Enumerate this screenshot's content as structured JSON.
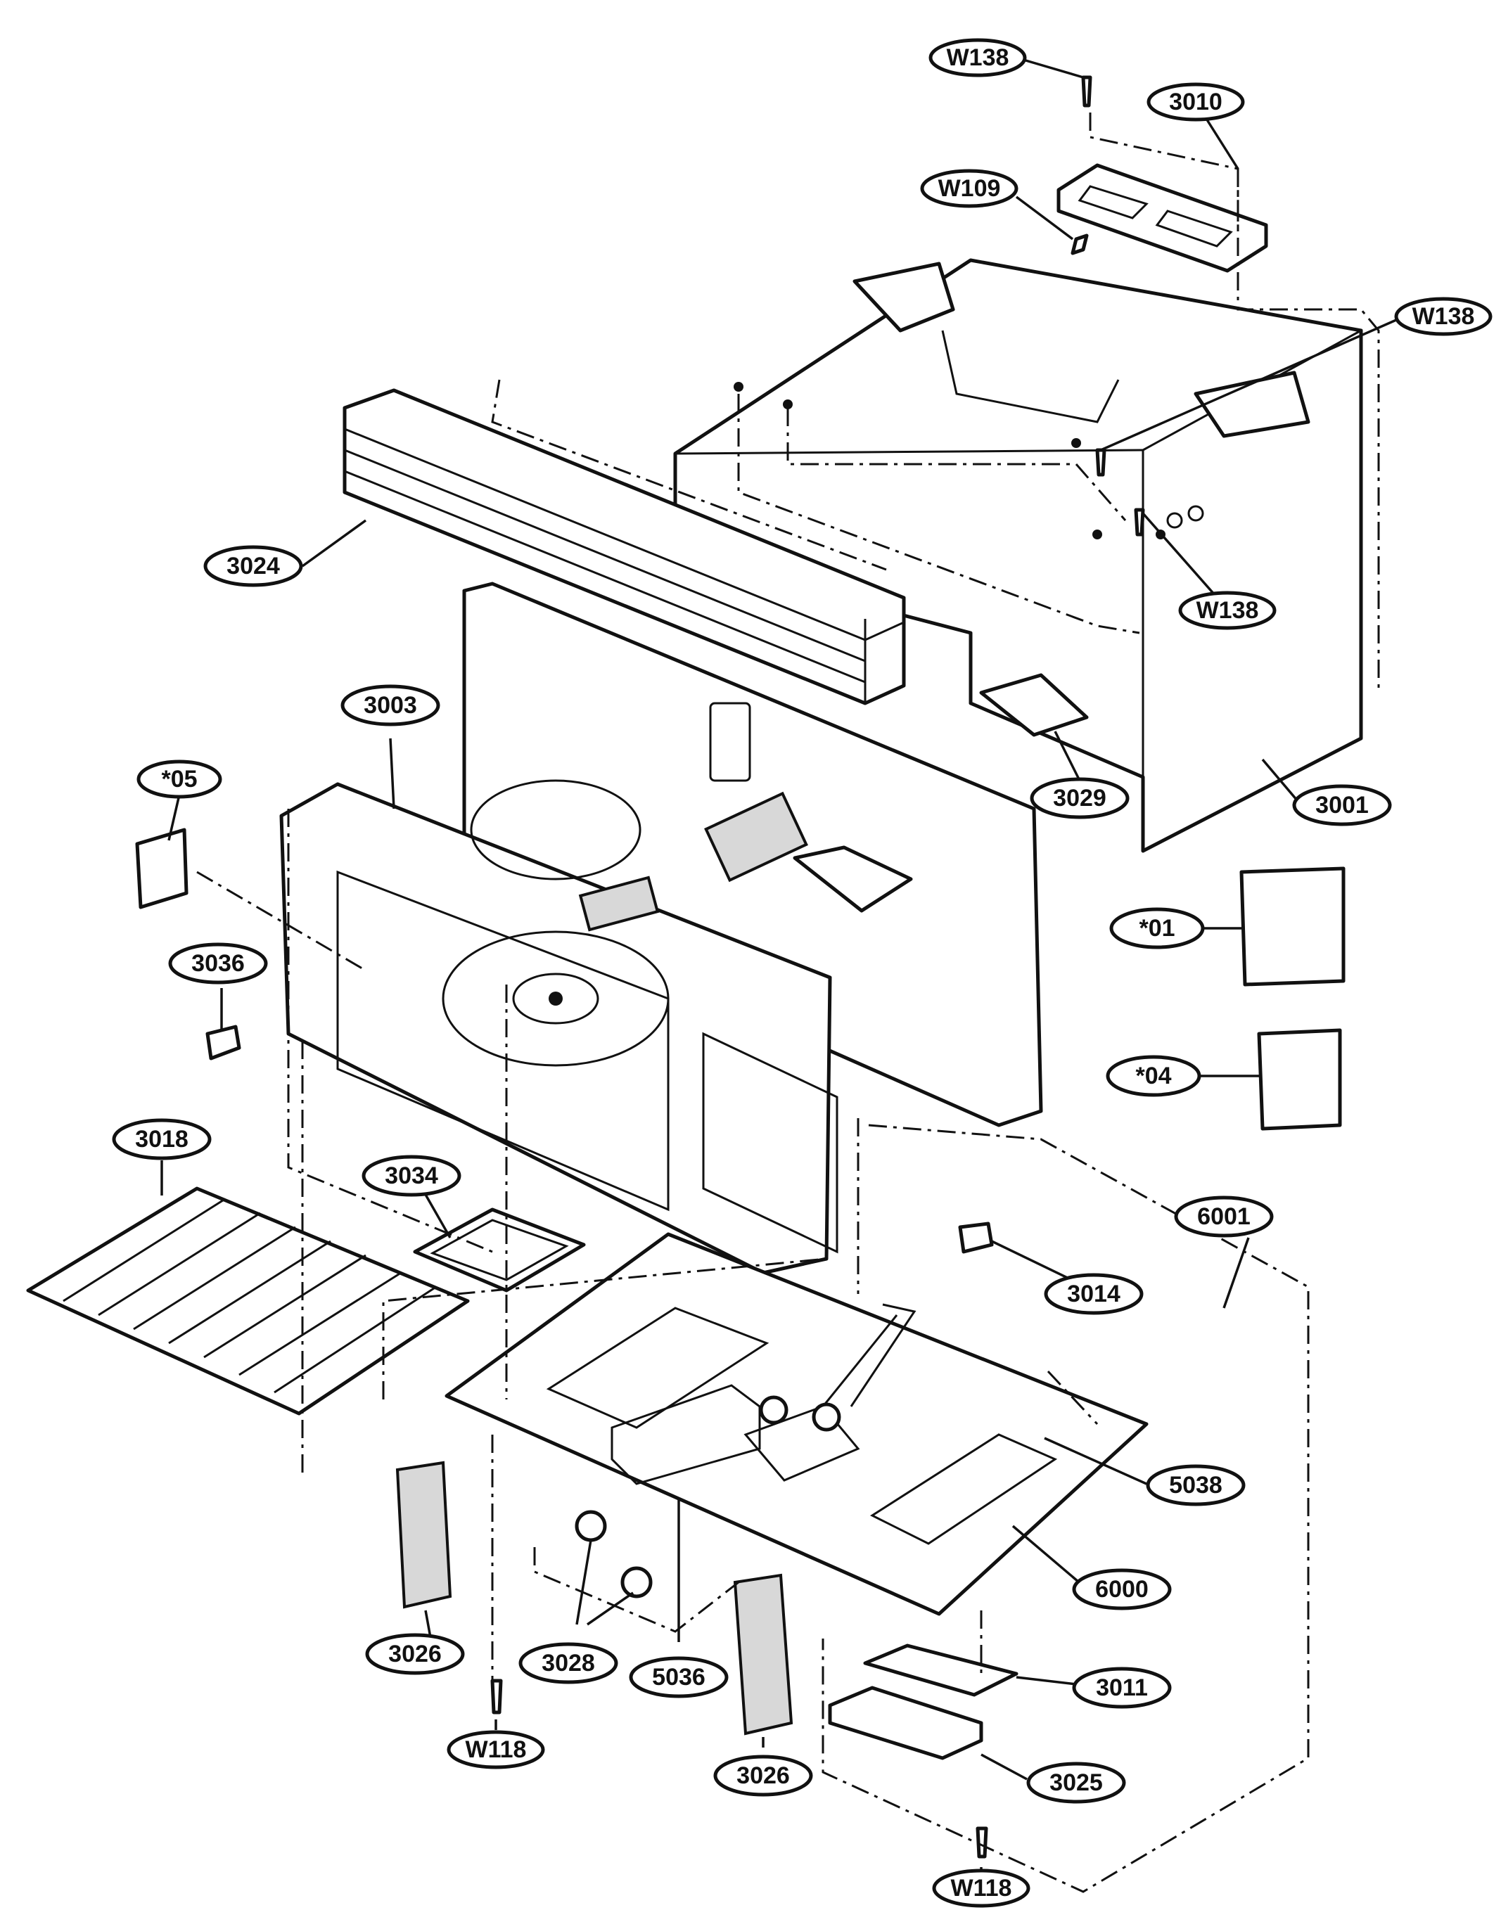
{
  "labels": {
    "w138_top": "W138",
    "p3010": "3010",
    "w109": "W109",
    "w138_right": "W138",
    "p3024": "3024",
    "w138_mid": "W138",
    "p3003": "3003",
    "p05": "*05",
    "p3029": "3029",
    "p3001": "3001",
    "p01": "*01",
    "p3036": "3036",
    "p04": "*04",
    "p3018": "3018",
    "p3034": "3034",
    "p6001": "6001",
    "p3014": "3014",
    "p5038": "5038",
    "p6000": "6000",
    "p3026_left": "3026",
    "p3028": "3028",
    "p5036": "5036",
    "w118_left": "W118",
    "p3011": "3011",
    "p3026_bottom": "3026",
    "p3025": "3025",
    "w118_bottom": "W118"
  }
}
